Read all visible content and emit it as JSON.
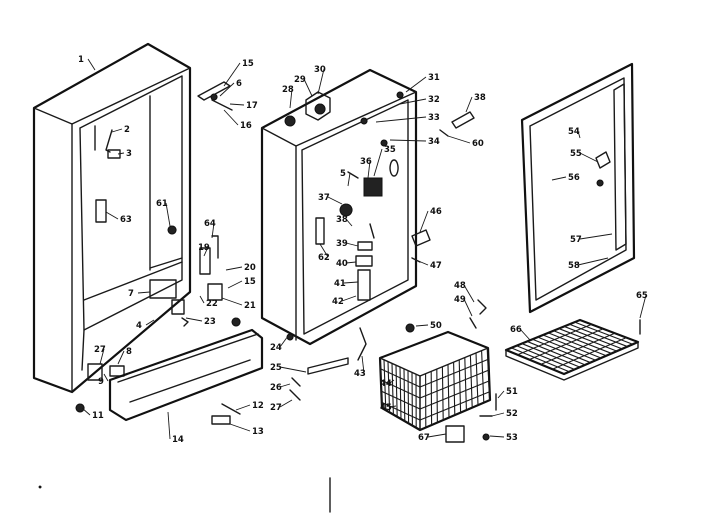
{
  "callouts": [
    "1",
    "2",
    "3",
    "63",
    "61",
    "64",
    "19",
    "20",
    "15",
    "22",
    "21",
    "23",
    "7",
    "4",
    "27",
    "8",
    "11",
    "14",
    "12",
    "13",
    "15",
    "6",
    "17",
    "16",
    "29",
    "30",
    "28",
    "31",
    "32",
    "33",
    "34",
    "38",
    "60",
    "36",
    "35",
    "5",
    "37",
    "38",
    "39",
    "40",
    "41",
    "42",
    "62",
    "46",
    "47",
    "24",
    "25",
    "26",
    "27",
    "43",
    "44",
    "45",
    "67",
    "48",
    "49",
    "50",
    "51",
    "52",
    "53",
    "54",
    "55",
    "56",
    "57",
    "58",
    "65",
    "66",
    "9"
  ]
}
